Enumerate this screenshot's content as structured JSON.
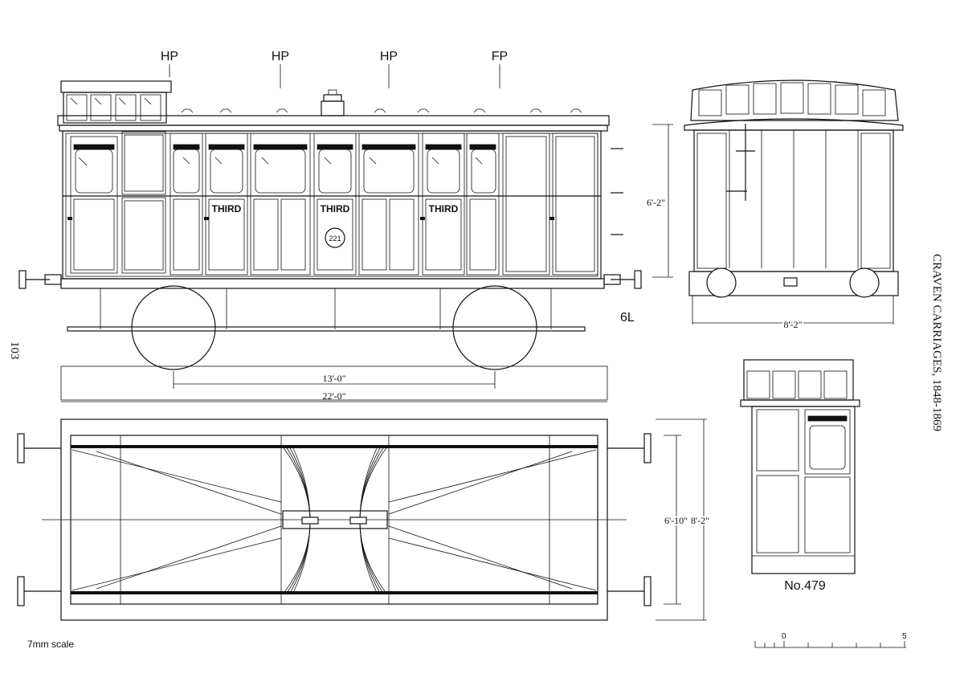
{
  "labels": {
    "compartments": [
      "HP",
      "HP",
      "HP",
      "FP"
    ],
    "doors": [
      "THIRD",
      "THIRD",
      "THIRD"
    ],
    "number_plate": "221",
    "drawing_code": "6L",
    "page_number": "103",
    "title": "CRAVEN CARRIAGES, 1848-1869",
    "carriage_number": "No.479",
    "scale_note": "7mm scale"
  },
  "dimensions": {
    "wheelbase": "13'-0\"",
    "length": "22'-0\"",
    "end_height": "6'-2\"",
    "end_width": "8'-2\"",
    "plan_inner": "6'-10\"",
    "plan_outer": "8'-2\""
  },
  "scale_bar": {
    "start": "0",
    "end": "5"
  }
}
